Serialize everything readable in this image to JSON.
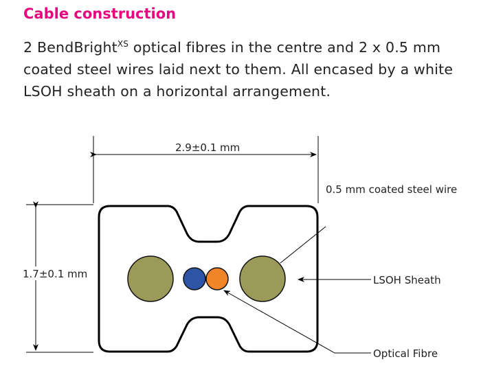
{
  "heading": "Cable construction",
  "description": {
    "part1": "2 BendBright",
    "superscript": "XS",
    "part2": " optical fibres in the centre and 2 x 0.5 mm coated steel wires laid next to them. All encased by a white LSOH sheath on a horizontal arrangement."
  },
  "diagram": {
    "width_label": "2.9±0.1 mm",
    "height_label": "1.7±0.1 mm",
    "labels": {
      "steel_wire": "0.5 mm coated steel wire",
      "sheath": "LSOH Sheath",
      "fibre": "Optical Fibre"
    },
    "colors": {
      "steel": "#9c9a58",
      "fibre_blue": "#2e55a5",
      "fibre_orange": "#ef8428",
      "title": "#e5097f"
    }
  }
}
